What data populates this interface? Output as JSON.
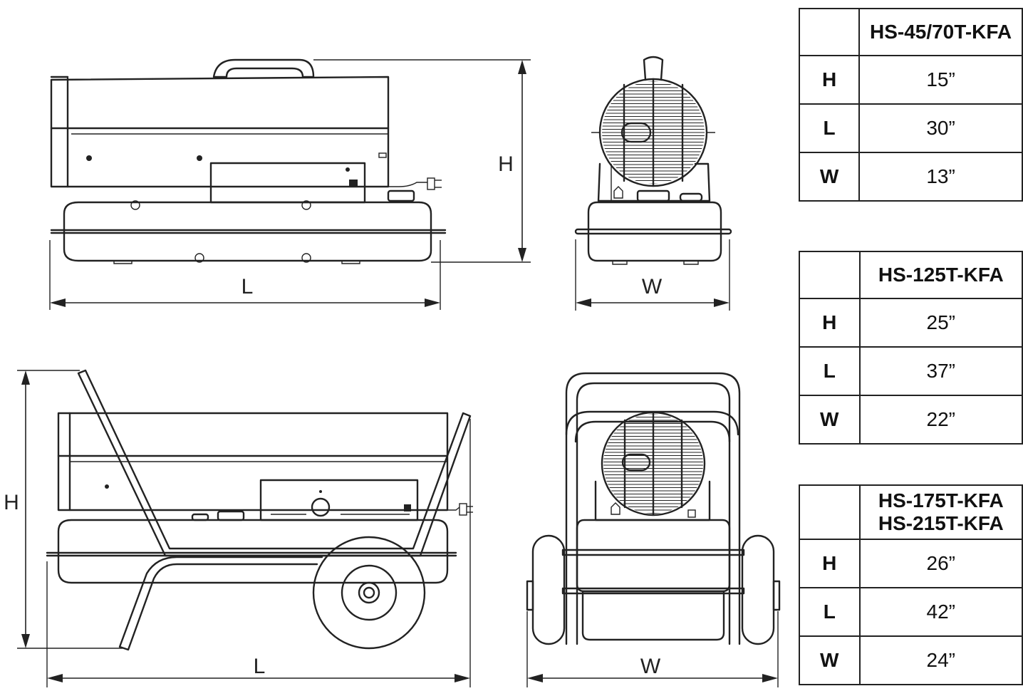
{
  "dimension_labels": {
    "top_side": {
      "height": "H",
      "length": "L"
    },
    "top_front": {
      "width": "W"
    },
    "bottom_side": {
      "height": "H",
      "length": "L"
    },
    "bottom_front": {
      "width": "W"
    }
  },
  "tables": [
    {
      "models": [
        "HS-45/70T-KFA"
      ],
      "rows": [
        {
          "label": "H",
          "value": "15”"
        },
        {
          "label": "L",
          "value": "30”"
        },
        {
          "label": "W",
          "value": "13”"
        }
      ]
    },
    {
      "models": [
        "HS-125T-KFA"
      ],
      "rows": [
        {
          "label": "H",
          "value": "25”"
        },
        {
          "label": "L",
          "value": "37”"
        },
        {
          "label": "W",
          "value": "22”"
        }
      ]
    },
    {
      "models": [
        "HS-175T-KFA",
        "HS-215T-KFA"
      ],
      "rows": [
        {
          "label": "H",
          "value": "26”"
        },
        {
          "label": "L",
          "value": "42”"
        },
        {
          "label": "W",
          "value": "24”"
        }
      ]
    }
  ]
}
